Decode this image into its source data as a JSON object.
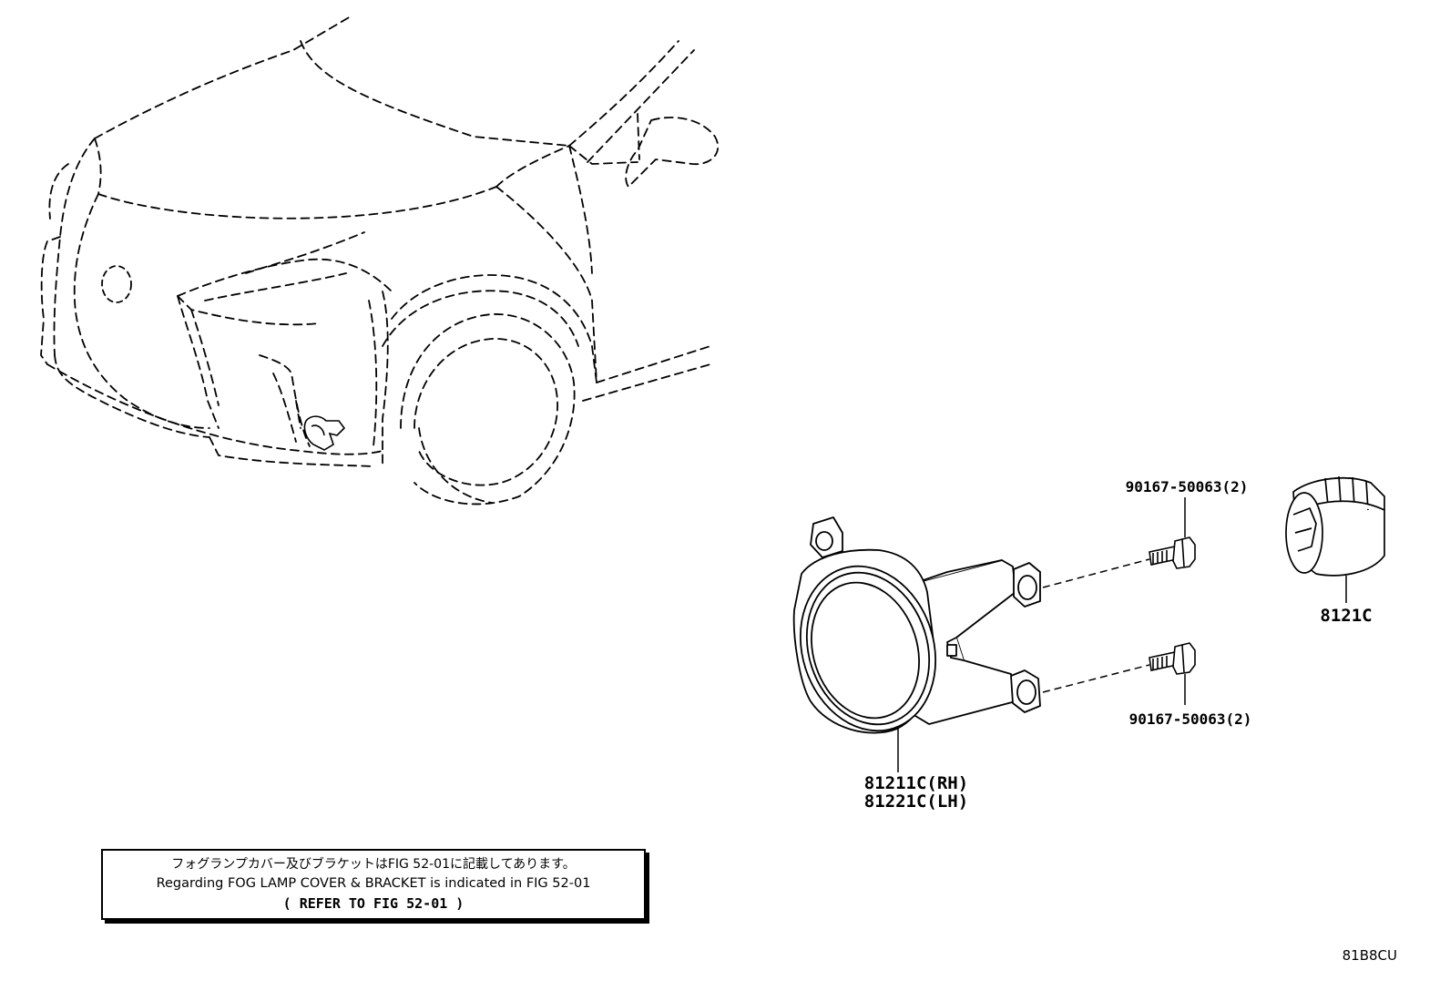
{
  "parts": {
    "fog_lamp": {
      "numbers": [
        "81211C(RH)",
        "81221C(LH)"
      ]
    },
    "bolt_upper": {
      "number": "90167-50063(2)"
    },
    "bolt_lower": {
      "number": "90167-50063(2)"
    },
    "socket": {
      "number": "8121C"
    }
  },
  "note": {
    "line_japanese": "フォグランプカバー及びブラケットはFIG 52-01に記載してあります。",
    "line_english": "Regarding FOG LAMP COVER & BRACKET is indicated in FIG 52-01",
    "line_refer": "(  REFER TO FIG 52-01  )"
  },
  "figure_code": "81B8CU"
}
